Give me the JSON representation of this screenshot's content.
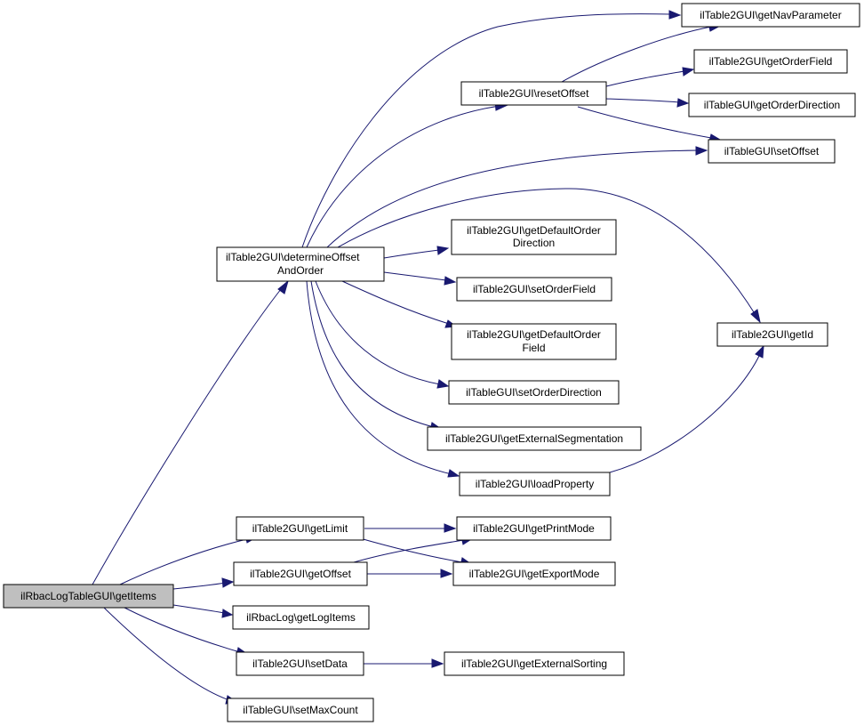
{
  "nodes": {
    "root": "ilRbacLogTableGUI\\getItems",
    "determineOffsetAndOrder": [
      "ilTable2GUI\\determineOffset",
      "AndOrder"
    ],
    "getNavParameter": "ilTable2GUI\\getNavParameter",
    "resetOffset": "ilTable2GUI\\resetOffset",
    "getOrderField": "ilTable2GUI\\getOrderField",
    "getOrderDirection": "ilTableGUI\\getOrderDirection",
    "setOffset": "ilTableGUI\\setOffset",
    "getDefaultOrderDirection": [
      "ilTable2GUI\\getDefaultOrder",
      "Direction"
    ],
    "setOrderField": "ilTable2GUI\\setOrderField",
    "getDefaultOrderField": [
      "ilTable2GUI\\getDefaultOrder",
      "Field"
    ],
    "getId": "ilTable2GUI\\getId",
    "setOrderDirection": "ilTableGUI\\setOrderDirection",
    "getExternalSegmentation": "ilTable2GUI\\getExternalSegmentation",
    "loadProperty": "ilTable2GUI\\loadProperty",
    "getLimit": "ilTable2GUI\\getLimit",
    "getPrintMode": "ilTable2GUI\\getPrintMode",
    "getOffset": "ilTable2GUI\\getOffset",
    "getExportMode": "ilTable2GUI\\getExportMode",
    "getLogItems": "ilRbacLog\\getLogItems",
    "setData": "ilTable2GUI\\setData",
    "getExternalSorting": "ilTable2GUI\\getExternalSorting",
    "setMaxCount": "ilTableGUI\\setMaxCount"
  },
  "edges": [
    [
      "root",
      "determineOffsetAndOrder"
    ],
    [
      "root",
      "getLimit"
    ],
    [
      "root",
      "getOffset"
    ],
    [
      "root",
      "getLogItems"
    ],
    [
      "root",
      "setData"
    ],
    [
      "root",
      "setMaxCount"
    ],
    [
      "determineOffsetAndOrder",
      "getNavParameter"
    ],
    [
      "determineOffsetAndOrder",
      "resetOffset"
    ],
    [
      "determineOffsetAndOrder",
      "setOffset"
    ],
    [
      "determineOffsetAndOrder",
      "getId"
    ],
    [
      "determineOffsetAndOrder",
      "getDefaultOrderDirection"
    ],
    [
      "determineOffsetAndOrder",
      "setOrderField"
    ],
    [
      "determineOffsetAndOrder",
      "getDefaultOrderField"
    ],
    [
      "determineOffsetAndOrder",
      "setOrderDirection"
    ],
    [
      "determineOffsetAndOrder",
      "getExternalSegmentation"
    ],
    [
      "determineOffsetAndOrder",
      "loadProperty"
    ],
    [
      "resetOffset",
      "getNavParameter"
    ],
    [
      "resetOffset",
      "getOrderField"
    ],
    [
      "resetOffset",
      "getOrderDirection"
    ],
    [
      "resetOffset",
      "setOffset"
    ],
    [
      "loadProperty",
      "getId"
    ],
    [
      "getLimit",
      "getPrintMode"
    ],
    [
      "getLimit",
      "getExportMode"
    ],
    [
      "getOffset",
      "getPrintMode"
    ],
    [
      "getOffset",
      "getExportMode"
    ],
    [
      "setData",
      "getExternalSorting"
    ]
  ]
}
